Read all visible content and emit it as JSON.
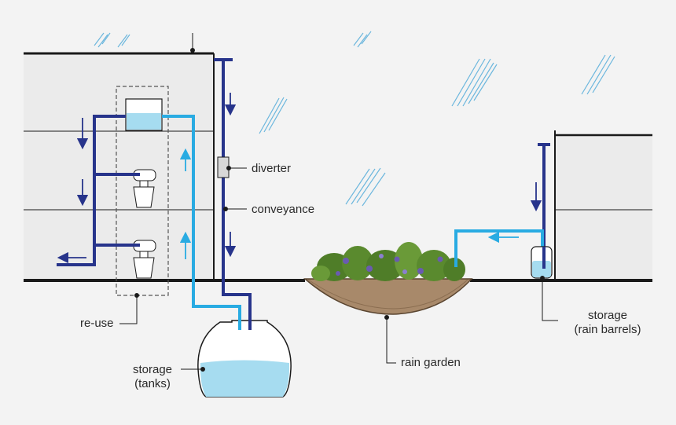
{
  "labels": {
    "diverter": "diverter",
    "conveyance": "conveyance",
    "reuse": "re-use",
    "storage_tanks_line1": "storage",
    "storage_tanks_line2": "(tanks)",
    "rain_garden": "rain garden",
    "storage_barrels_line1": "storage",
    "storage_barrels_line2": "(rain barrels)"
  },
  "colors": {
    "background": "#f3f3f3",
    "building_fill": "#ebebeb",
    "outline": "#1a1a1a",
    "pipe_dark": "#27348b",
    "pipe_light": "#29abe2",
    "water": "#a6dcf0",
    "rain": "#4aa8d8",
    "soil": "#a8896a",
    "plant": "#5a8a2e",
    "flower": "#6a5bb0"
  }
}
